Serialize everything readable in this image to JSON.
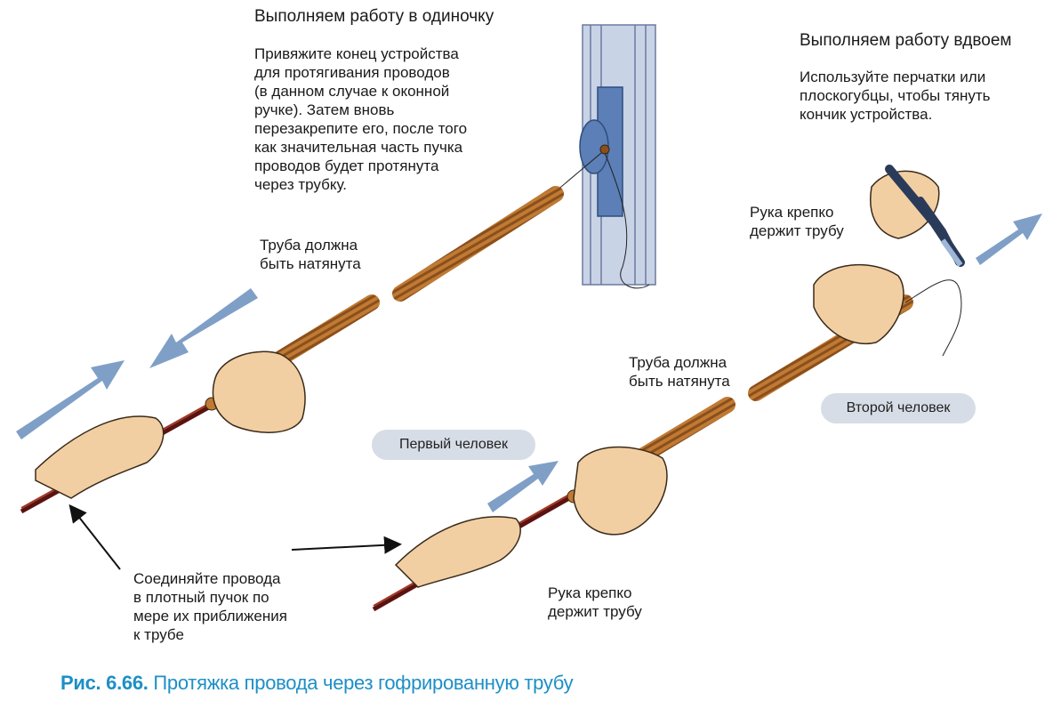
{
  "panel_solo": {
    "heading": "Выполняем работу в одиночку",
    "instruction": "Привяжите конец устройства\nдля протягивания проводов\n(в данном случае к оконной\nручке). Затем вновь\nперезакрепите его, после того\nкак значительная часть пучка\nпроводов будет протянута\nчерез трубку.",
    "pipe_taut": "Труба должна\nбыть натянута"
  },
  "panel_pair": {
    "heading": "Выполняем работу вдвоем",
    "instruction": "Используйте перчатки или\nплоскогубцы, чтобы тянуть\nкончик устройства.",
    "hand_holds_top": "Рука крепко\nдержит трубу",
    "pipe_taut": "Труба должна\nбыть натянута",
    "second_person": "Второй человек",
    "first_person": "Первый человек",
    "hand_holds_bottom": "Рука крепко\nдержит трубу"
  },
  "join_wires": "Соединяйте провода\nв плотный пучок по\nмере их приближения\nк трубе",
  "caption": {
    "number": "Рис. 6.66.",
    "text": "Протяжка провода через гофрированную трубу"
  },
  "colors": {
    "arrow_blue": "#7f9fc7",
    "pipe": "#b8742f",
    "caption": "#1d8fc6",
    "pill": "#d6dde6"
  }
}
